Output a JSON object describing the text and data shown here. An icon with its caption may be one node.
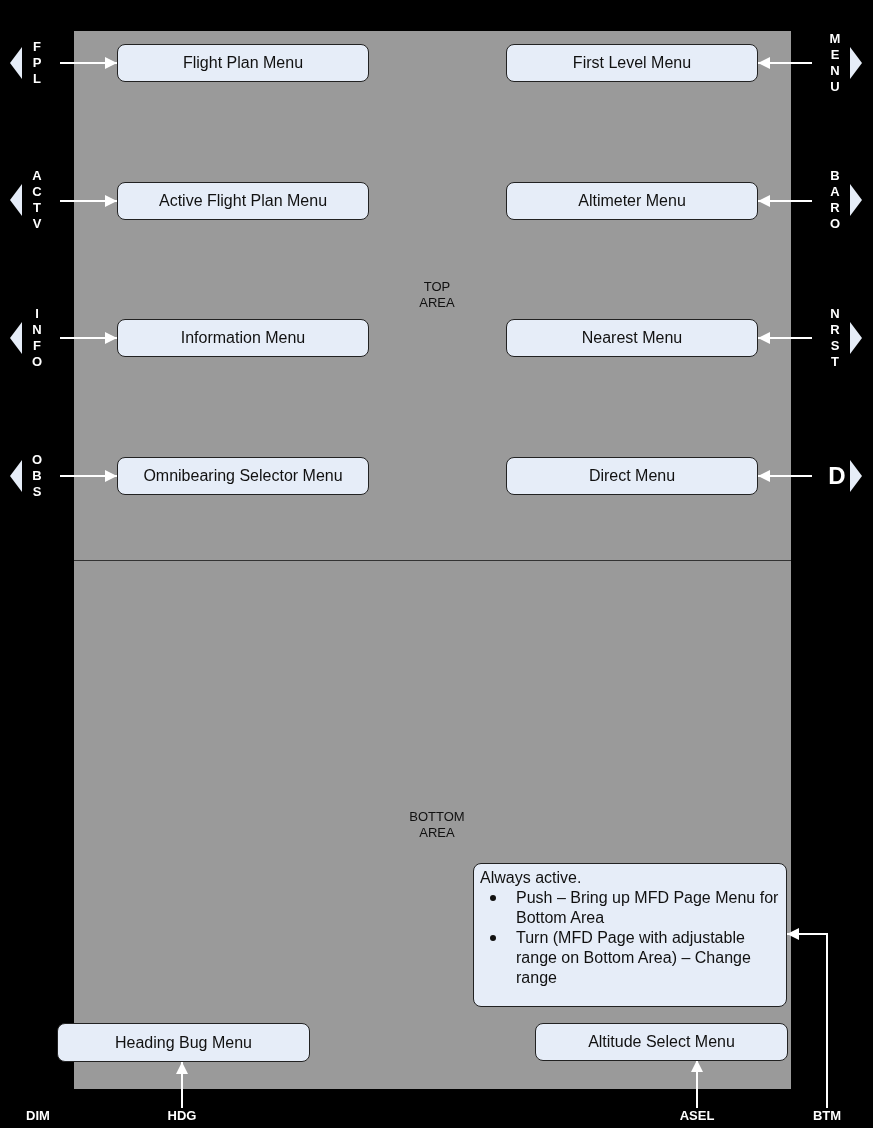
{
  "diagram": {
    "nodes": [
      {
        "text": [
          "TOP AREA"
        ]
      },
      {
        "text": [
          "FPL"
        ]
      },
      {
        "text": [
          "Flight Plan Menu"
        ],
        "in": 0
      },
      {
        "text": [
          "First Level Menu"
        ],
        "in": 0
      },
      {
        "text": [
          "MENU"
        ]
      },
      {
        "text": [
          "ACTV"
        ]
      },
      {
        "text": [
          "Active Flight Plan Menu"
        ],
        "in": 0
      },
      {
        "text": [
          "Altimeter Menu"
        ],
        "in": 0
      },
      {
        "text": [
          "BARO"
        ]
      },
      {
        "text": [
          "INFO"
        ]
      },
      {
        "text": [
          "Information Menu"
        ],
        "in": 0
      },
      {
        "text": [
          "Nearest Menu"
        ],
        "in": 0
      },
      {
        "text": [
          "NRST"
        ]
      },
      {
        "text": [
          "OBS"
        ]
      },
      {
        "text": [
          "Omnibearing Selector Menu"
        ],
        "in": 0
      },
      {
        "text": [
          "Direct Menu"
        ],
        "in": 0
      },
      {
        "text": [
          "D"
        ]
      },
      {
        "text": [
          "BOTTOM AREA"
        ]
      },
      {
        "text": [
          "Always active.",
          "Push – Bring up MFD Page Menu for Bottom Area",
          "Turn (MFD Page with adjustable range on Bottom Area) – Change range"
        ],
        "in": 17
      },
      {
        "text": [
          "Heading Bug Menu"
        ]
      },
      {
        "text": [
          "Altitude Select Menu"
        ],
        "in": 17
      },
      {
        "text": [
          "HDG"
        ]
      },
      {
        "text": [
          "ASEL"
        ]
      },
      {
        "text": [
          "BTM"
        ]
      }
    ],
    "edges": [
      {
        "from": 1,
        "to": 2,
        "arrow": "to"
      },
      {
        "from": 4,
        "to": 3,
        "arrow": "to"
      },
      {
        "from": 5,
        "to": 6,
        "arrow": "to"
      },
      {
        "from": 8,
        "to": 7,
        "arrow": "to"
      },
      {
        "from": 9,
        "to": 10,
        "arrow": "to"
      },
      {
        "from": 12,
        "to": 11,
        "arrow": "to"
      },
      {
        "from": 13,
        "to": 14,
        "arrow": "to"
      },
      {
        "from": 16,
        "to": 15,
        "arrow": "to"
      },
      {
        "from": 21,
        "to": 19,
        "arrow": "to"
      },
      {
        "from": 22,
        "to": 20,
        "arrow": "to"
      },
      {
        "from": 23,
        "to": 18,
        "arrow": "to"
      }
    ],
    "labels": [
      "DIM"
    ]
  }
}
